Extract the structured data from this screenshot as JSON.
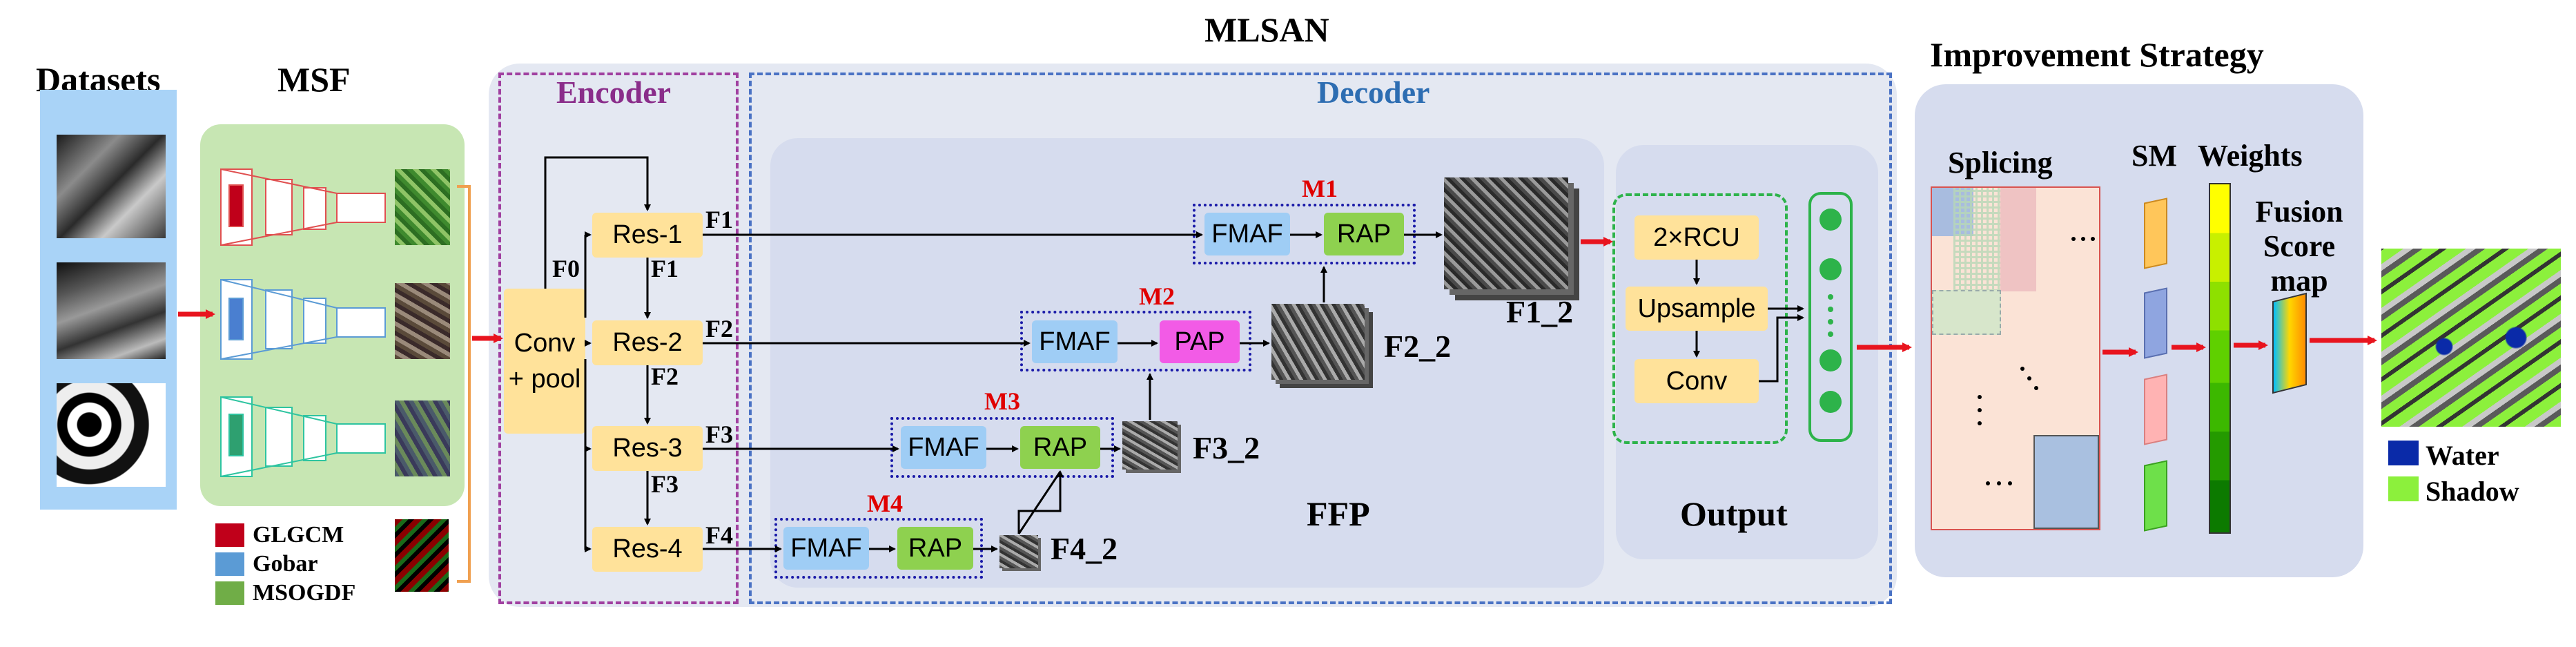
{
  "titles": {
    "mlsan": "MLSAN",
    "datasets": "Datasets",
    "msf": "MSF",
    "encoder": "Encoder",
    "decoder": "Decoder",
    "improvement": "Improvement Strategy",
    "ffp": "FFP",
    "output": "Output",
    "splicing": "Splicing",
    "sm": "SM",
    "weights": "Weights",
    "fusion": "Fusion Score map"
  },
  "encoder": {
    "conv_pool": "Conv + pool",
    "res": [
      "Res-1",
      "Res-2",
      "Res-3",
      "Res-4"
    ],
    "f0": "F0",
    "f_side": [
      "F1",
      "F2",
      "F3",
      "F4"
    ],
    "f_down": [
      "F1",
      "F2",
      "F3"
    ]
  },
  "modules": {
    "m1": {
      "label": "M1",
      "a": "FMAF",
      "b": "RAP"
    },
    "m2": {
      "label": "M2",
      "a": "FMAF",
      "b": "PAP"
    },
    "m3": {
      "label": "M3",
      "a": "FMAF",
      "b": "RAP"
    },
    "m4": {
      "label": "M4",
      "a": "FMAF",
      "b": "RAP"
    }
  },
  "fused": [
    "F1_2",
    "F2_2",
    "F3_2",
    "F4_2"
  ],
  "output_blocks": [
    "2×RCU",
    "Upsample",
    "Conv"
  ],
  "legend_msf": [
    {
      "label": "GLGCM",
      "color": "#c0001a"
    },
    {
      "label": "Gobar",
      "color": "#5b9bd5"
    },
    {
      "label": "MSOGDF",
      "color": "#70ad47"
    }
  ],
  "legend_out": [
    {
      "label": "Water",
      "color": "#0a2aa8"
    },
    {
      "label": "Shadow",
      "color": "#8cf03c"
    }
  ],
  "colors": {
    "arrow_red": "#e8141e",
    "encoder_border": "#a040a0",
    "decoder_border": "#4a72c4",
    "module_border": "#1a1aa8",
    "output_green": "#2db34a"
  }
}
